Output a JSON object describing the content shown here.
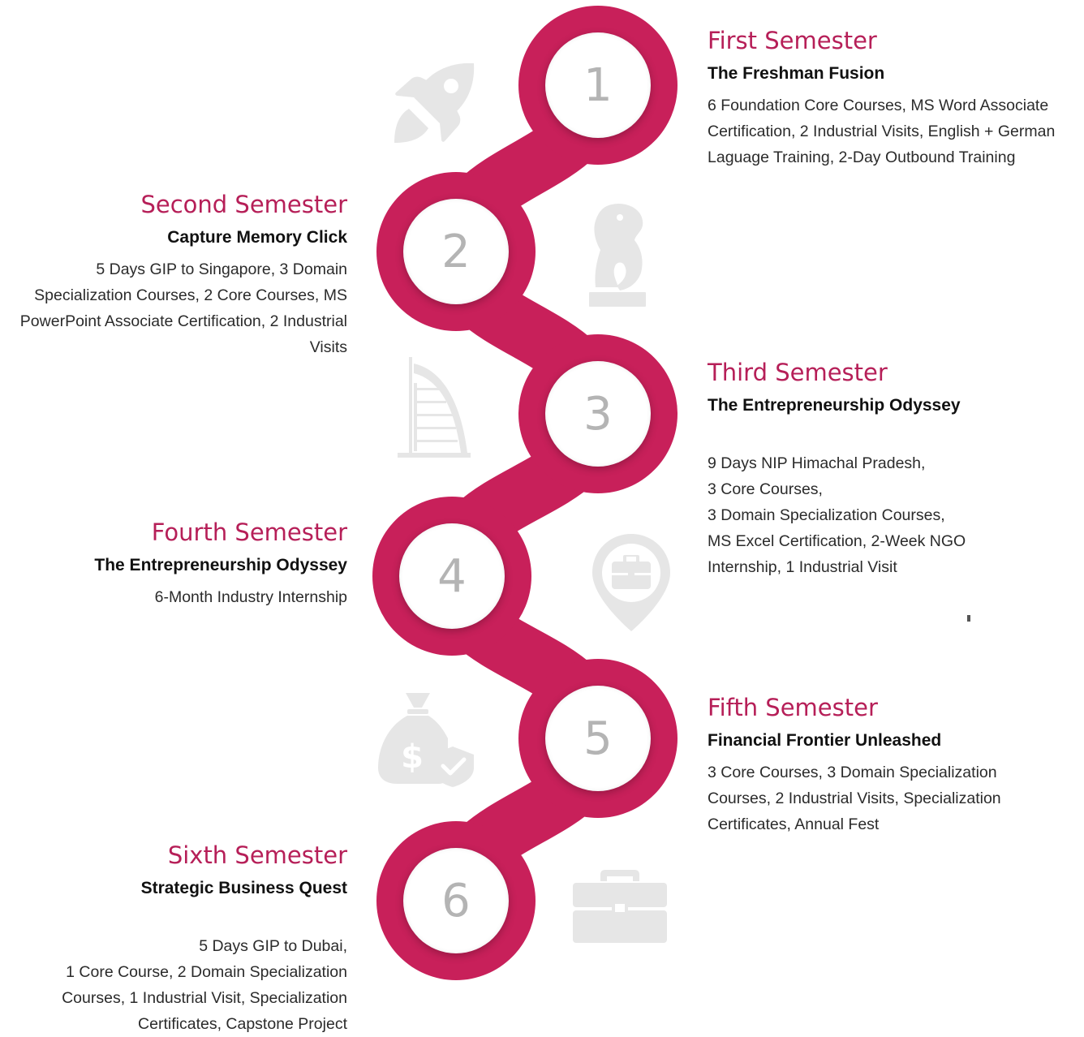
{
  "colors": {
    "accent": "#c8205a",
    "title": "#b61f58",
    "node_number": "#b4b4b4",
    "icon": "#e6e6e6"
  },
  "semesters": [
    {
      "number": "1",
      "title": "First Semester",
      "subtitle": "The Freshman Fusion",
      "description": "6 Foundation Core Courses, MS Word Associate Certification, 2 Industrial Visits, English + German Laguage Training, 2-Day Outbound Training",
      "icon": "rocket-icon"
    },
    {
      "number": "2",
      "title": "Second Semester",
      "subtitle": "Capture Memory Click",
      "description": "5 Days GIP to Singapore, 3 Domain Specialization Courses, 2 Core Courses, MS PowerPoint Associate Certification, 2 Industrial Visits",
      "icon": "merlion-icon"
    },
    {
      "number": "3",
      "title": "Third Semester",
      "subtitle": "The Entrepreneurship Odyssey",
      "description": "9 Days NIP Himachal Pradesh,\n3 Core Courses,\n3 Domain Specialization Courses,\nMS Excel Certification, 2-Week NGO Internship, 1 Industrial Visit",
      "icon": "burj-al-arab-icon"
    },
    {
      "number": "4",
      "title": "Fourth Semester",
      "subtitle": "The Entrepreneurship Odyssey",
      "description": "6-Month Industry Internship",
      "icon": "briefcase-location-icon"
    },
    {
      "number": "5",
      "title": "Fifth Semester",
      "subtitle": "Financial Frontier Unleashed",
      "description": "3 Core Courses, 3 Domain Specialization Courses, 2 Industrial Visits, Specialization Certificates, Annual Fest",
      "icon": "money-bag-shield-icon"
    },
    {
      "number": "6",
      "title": "Sixth Semester",
      "subtitle": "Strategic Business Quest",
      "description": "5 Days GIP to Dubai,\n1 Core Course, 2 Domain Specialization Courses, 1 Industrial Visit, Specialization Certificates, Capstone Project",
      "icon": "briefcase-icon"
    }
  ]
}
